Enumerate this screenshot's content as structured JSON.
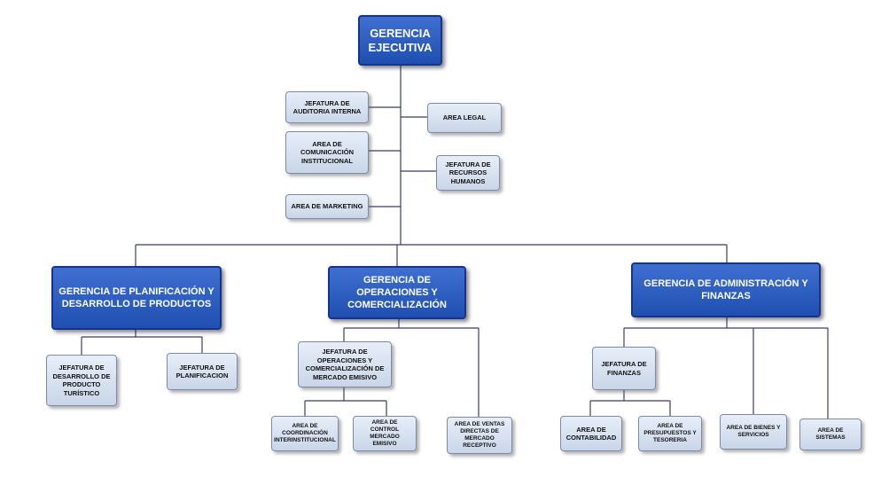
{
  "org_chart": {
    "top": "GERENCIA EJECUTIVA",
    "staff": {
      "auditoria": "JEFATURA DE AUDITORIA INTERNA",
      "comunicacion": "AREA DE COMUNICACIÓN INSTITUCIONAL",
      "marketing": "AREA DE MARKETING",
      "legal": "AREA LEGAL",
      "rrhh": "JEFATURA DE RECURSOS HUMANOS"
    },
    "gerencias": {
      "planificacion": "GERENCIA DE PLANIFICACIÓN Y DESARROLLO DE PRODUCTOS",
      "operaciones": "GERENCIA DE OPERACIONES Y COMERCIALIZACIÓN",
      "administracion": "GERENCIA DE ADMINISTRACIÓN Y FINANZAS"
    },
    "planificacion_units": {
      "desarrollo": "JEFATURA DE DESARROLLO DE PRODUCTO TURÍSTICO",
      "planificacion": "JEFATURA DE PLANIFICACION"
    },
    "operaciones_units": {
      "emisivo": "JEFATURA DE OPERACIONES Y COMERCIALIZACIÓN DE MERCADO EMISIVO",
      "coordinacion": "AREA DE COORDINACIÓN INTERINSTITUCIONAL",
      "control": "AREA DE CONTROL MERCADO EMISIVO",
      "ventas": "AREA DE VENTAS DIRECTAS DE MERCADO RECEPTIVO"
    },
    "administracion_units": {
      "finanzas": "JEFATURA DE FINANZAS",
      "contabilidad": "AREA DE CONTABILIDAD",
      "presupuestos": "AREA DE PRESUPUESTOS Y TESORERIA",
      "bienes": "AREA DE BIENES Y SERVICIOS",
      "sistemas": "AREA DE SISTEMAS"
    }
  },
  "colors": {
    "line": "#3a3f66",
    "manager_fill": "#2a5ac0",
    "unit_fill": "#d6e0ee"
  }
}
